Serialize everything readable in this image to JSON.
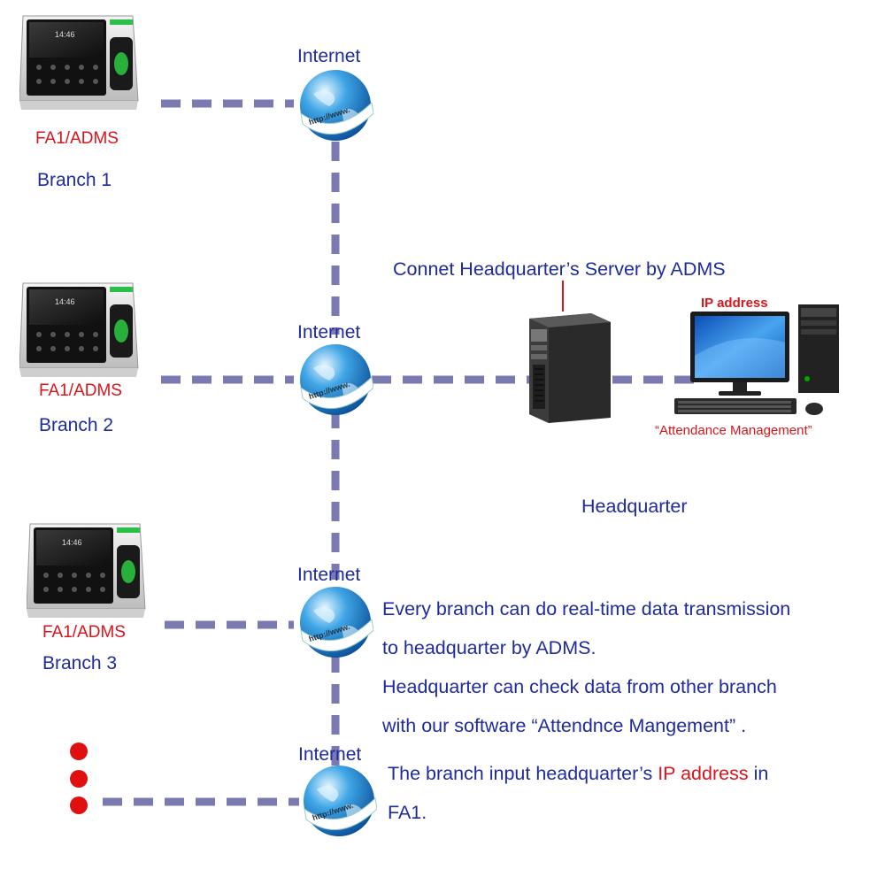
{
  "branches": [
    {
      "model": "FA1/ADMS",
      "name": "Branch 1",
      "internet": "Internet",
      "screen_time": "14:46"
    },
    {
      "model": "FA1/ADMS",
      "name": "Branch 2",
      "internet": "Internet",
      "screen_time": "14:46"
    },
    {
      "model": "FA1/ADMS",
      "name": "Branch 3",
      "internet": "Internet",
      "screen_time": "14:46"
    }
  ],
  "more_branches": {
    "internet": "Internet"
  },
  "globe_text": "http://www.",
  "headquarter": {
    "server_caption": "Connet Headquarter’s Server by ADMS",
    "ip_label": "IP address",
    "software_label": "“Attendance Management”",
    "title": "Headquarter"
  },
  "notes": {
    "line1": "Every branch can do real-time data transmission",
    "line2": "to headquarter by ADMS.",
    "line3": "Headquarter can check data from other branch",
    "line4": "with our software “Attendnce Mangement” .",
    "line5_pre": "The branch input  headquarter’s ",
    "line5_highlight": "IP address",
    "line5_post": " in",
    "line6": "FA1."
  },
  "colors": {
    "link": "#7a7ab0",
    "text_blue": "#1f2a9e",
    "text_red": "#d8141c",
    "dot_red": "#e01010"
  }
}
